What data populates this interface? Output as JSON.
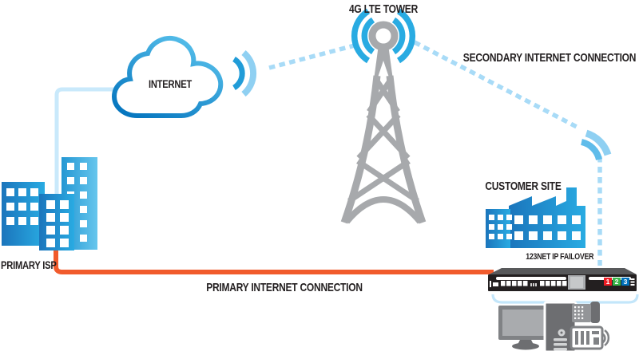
{
  "colors": {
    "blue_bright": "#29ABE2",
    "blue_dark": "#0071BC",
    "blue_mid": "#1B75BC",
    "blue_dash": "#A8DBF7",
    "blue_pale": "#C9E9FB",
    "blue_arc_mid": "#5FBCEA",
    "blue_arc_light": "#8FD0F2",
    "orange": "#F15B2C",
    "tower_gray": "#A7A9AC",
    "device_gray": "#808285",
    "device_gray_dark": "#6D6E71",
    "router_black": "#231F20",
    "router_top": "#58595B",
    "text": "#231F20",
    "logo_red": "#ED1C24",
    "logo_green": "#39B54A",
    "logo_blue": "#0071BC"
  },
  "labels": {
    "tower": "4G LTE TOWER",
    "internet": "INTERNET",
    "secondary_connection": "SECONDARY INTERNET CONNECTION",
    "primary_isp": "PRIMARY ISP",
    "primary_connection": "PRIMARY INTERNET CONNECTION",
    "customer_site": "CUSTOMER SITE",
    "failover": "123NET IP FAILOVER"
  },
  "logo": {
    "digits": [
      "1",
      "2",
      "3"
    ]
  }
}
